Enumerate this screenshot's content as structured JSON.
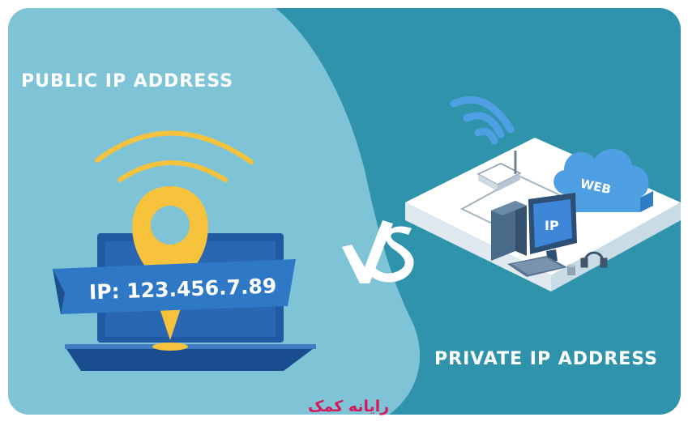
{
  "public": {
    "heading": "PUBLIC IP ADDRESS",
    "ip_label": "IP: 123.456.7.89"
  },
  "private": {
    "heading": "PRIVATE IP ADDRESS",
    "monitor_label": "IP",
    "cloud_label": "WEB"
  },
  "versus": {
    "icon": "vs-mark"
  },
  "brand": {
    "name": "رایانه کمک"
  },
  "colors": {
    "left_panel": "#7ec4d6",
    "right_panel": "#2f93ab",
    "laptop": "#1f5aa3",
    "pin": "#f6c23b",
    "accent_blue": "#4f9fe3",
    "brand": "#d8175c"
  }
}
